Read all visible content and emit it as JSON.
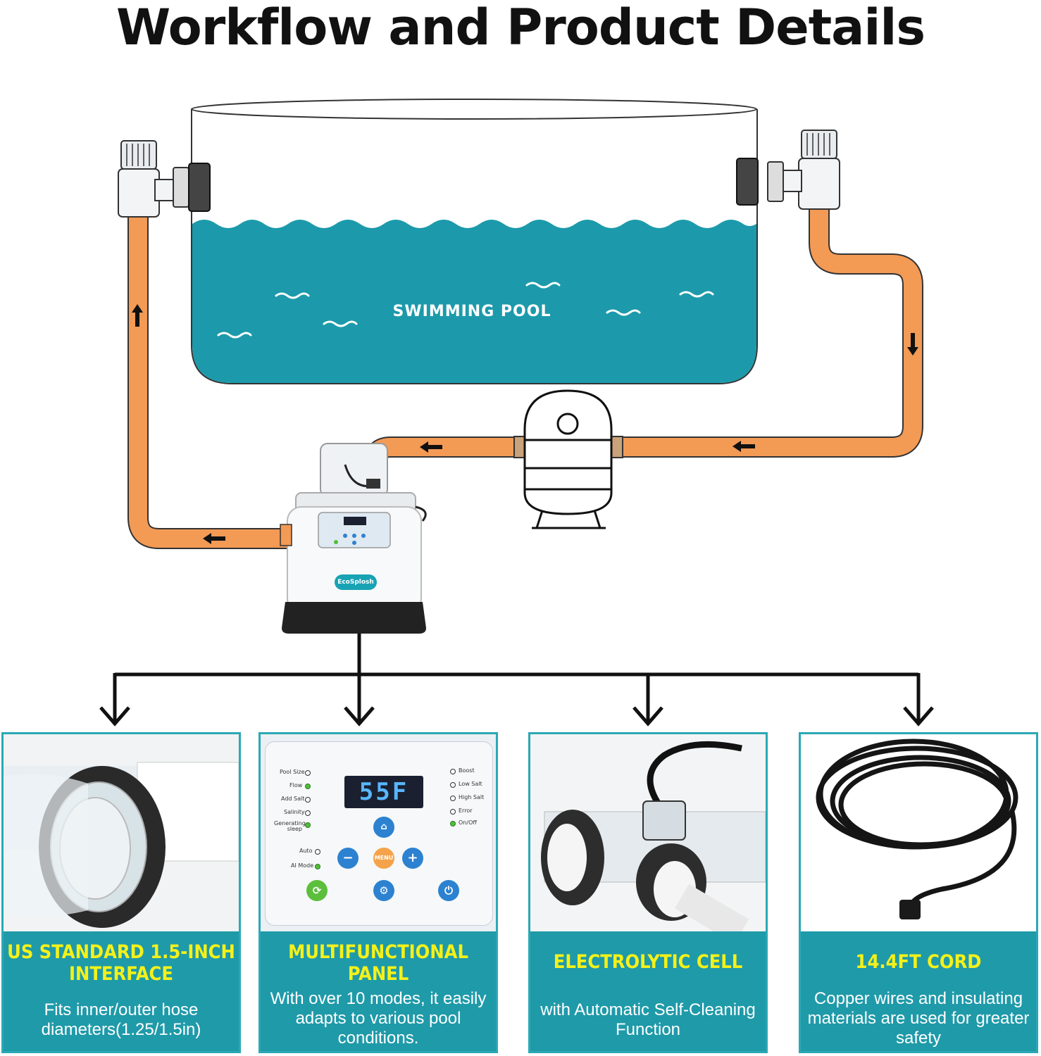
{
  "header": {
    "title": "Workflow and Product Details"
  },
  "pool": {
    "label": "SWIMMING POOL"
  },
  "device": {
    "brand": "EcoSplosh"
  },
  "panel": {
    "display": "55F",
    "left_labels": [
      "Pool Size",
      "Flow",
      "Add Salt",
      "Salinity",
      "Generating sleep"
    ],
    "right_labels": [
      "Boost",
      "Low Salt",
      "High Salt",
      "Error",
      "On/Off"
    ],
    "mode_labels": [
      "Auto",
      "AI Mode"
    ],
    "menu_label": "MENU",
    "minus_label": "−",
    "plus_label": "+"
  },
  "features": [
    {
      "title": "US STANDARD 1.5-INCH INTERFACE",
      "desc": "Fits inner/outer hose diameters(1.25/1.5in)"
    },
    {
      "title": "MULTIFUNCTIONAL PANEL",
      "desc": "With over 10 modes, it easily adapts to various pool conditions."
    },
    {
      "title": "ELECTROLYTIC CELL",
      "desc": "with Automatic Self-Cleaning Function"
    },
    {
      "title": "14.4FT CORD",
      "desc": "Copper wires and insulating materials are used for greater safety"
    }
  ],
  "colors": {
    "water": "#1c9aab",
    "pipe": "#f39a55",
    "card": "#1f9aa9",
    "card_title": "#f4f11a"
  }
}
